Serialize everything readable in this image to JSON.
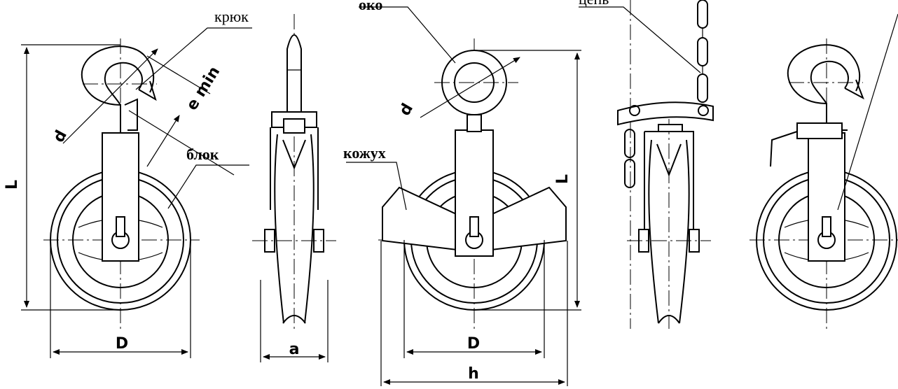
{
  "labels": {
    "hook": "крюк",
    "eye": "око",
    "chain": "цепь",
    "block": "блок",
    "casing": "кожух"
  },
  "dimensions": {
    "length": "L",
    "diameter": "D",
    "hook_diameter": "d",
    "e_min": "e min",
    "width": "a",
    "casing_width": "h"
  },
  "colors": {
    "line": "#000000",
    "background": "#ffffff"
  }
}
